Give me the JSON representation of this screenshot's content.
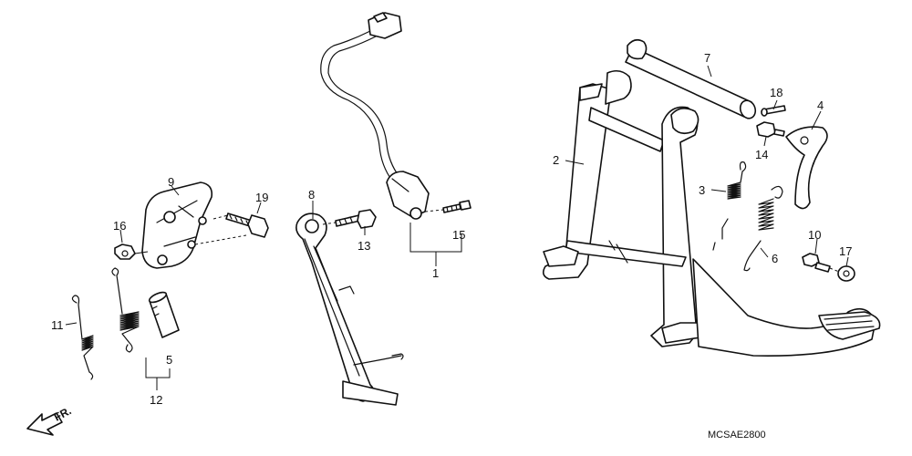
{
  "callouts": {
    "c1": "1",
    "c2": "2",
    "c3": "3",
    "c4": "4",
    "c5": "5",
    "c6": "6",
    "c7": "7",
    "c8": "8",
    "c9": "9",
    "c10": "10",
    "c11": "11",
    "c12": "12",
    "c13": "13",
    "c14": "14",
    "c15": "15",
    "c16": "16",
    "c17": "17",
    "c18": "18",
    "c19": "19"
  },
  "direction_label": "FR.",
  "diagram_code": "MCSAE2800"
}
